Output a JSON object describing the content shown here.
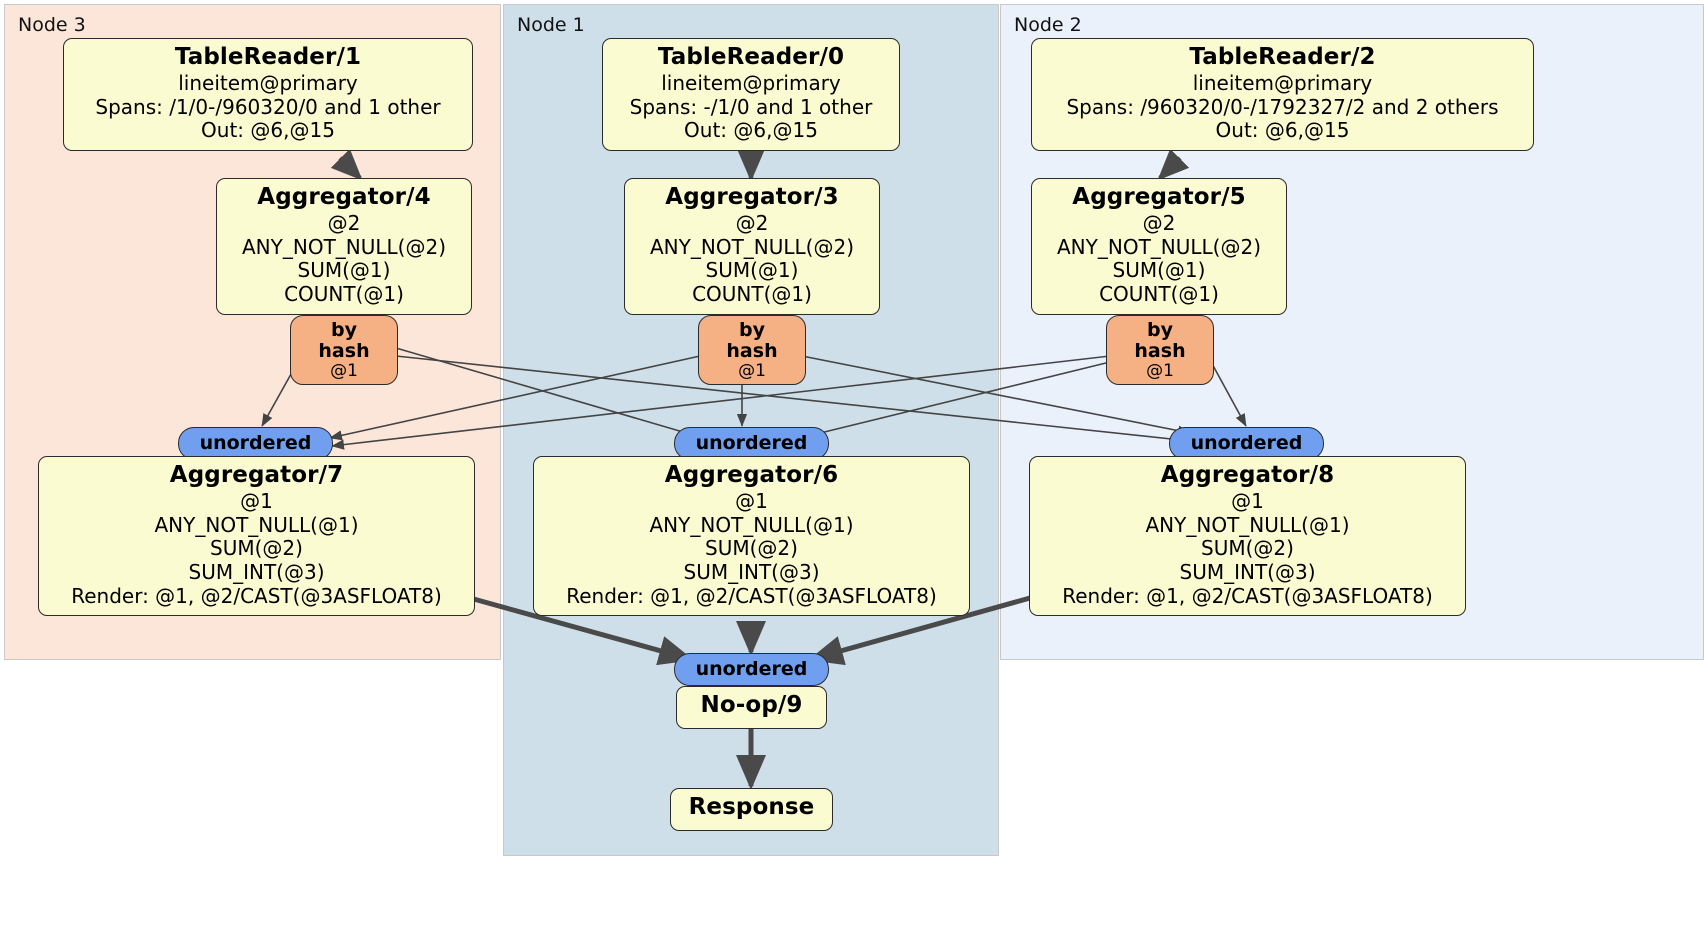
{
  "diagram": {
    "type": "distributed-query-plan",
    "colors": {
      "box_fill": "#FBFBD2",
      "box_border": "#2b2b2b",
      "hash_pill": "#F5B183",
      "unordered_pill": "#6F9FEE",
      "node3_bg": "#FCE6D9",
      "node1_bg": "#CFDFE9",
      "node2_bg": "#EBF1FB",
      "edge": "#444444"
    }
  },
  "nodes": [
    {
      "id": "node3",
      "label": "Node 3"
    },
    {
      "id": "node1",
      "label": "Node 1"
    },
    {
      "id": "node2",
      "label": "Node 2"
    }
  ],
  "processors": {
    "table_reader_1": {
      "title": "TableReader/1",
      "lines": [
        "lineitem@primary",
        "Spans: /1/0-/960320/0 and 1 other",
        "Out: @6,@15"
      ]
    },
    "table_reader_0": {
      "title": "TableReader/0",
      "lines": [
        "lineitem@primary",
        "Spans: -/1/0 and 1 other",
        "Out: @6,@15"
      ]
    },
    "table_reader_2": {
      "title": "TableReader/2",
      "lines": [
        "lineitem@primary",
        "Spans: /960320/0-/1792327/2 and 2 others",
        "Out: @6,@15"
      ]
    },
    "aggregator_4": {
      "title": "Aggregator/4",
      "lines": [
        "@2",
        "ANY_NOT_NULL(@2)",
        "SUM(@1)",
        "COUNT(@1)"
      ]
    },
    "aggregator_3": {
      "title": "Aggregator/3",
      "lines": [
        "@2",
        "ANY_NOT_NULL(@2)",
        "SUM(@1)",
        "COUNT(@1)"
      ]
    },
    "aggregator_5": {
      "title": "Aggregator/5",
      "lines": [
        "@2",
        "ANY_NOT_NULL(@2)",
        "SUM(@1)",
        "COUNT(@1)"
      ]
    },
    "aggregator_7": {
      "title": "Aggregator/7",
      "lines": [
        "@1",
        "ANY_NOT_NULL(@1)",
        "SUM(@2)",
        "SUM_INT(@3)",
        "Render: @1, @2/CAST(@3ASFLOAT8)"
      ]
    },
    "aggregator_6": {
      "title": "Aggregator/6",
      "lines": [
        "@1",
        "ANY_NOT_NULL(@1)",
        "SUM(@2)",
        "SUM_INT(@3)",
        "Render: @1, @2/CAST(@3ASFLOAT8)"
      ]
    },
    "aggregator_8": {
      "title": "Aggregator/8",
      "lines": [
        "@1",
        "ANY_NOT_NULL(@1)",
        "SUM(@2)",
        "SUM_INT(@3)",
        "Render: @1, @2/CAST(@3ASFLOAT8)"
      ]
    },
    "noop_9": {
      "title": "No-op/9",
      "lines": []
    },
    "response": {
      "title": "Response",
      "lines": []
    }
  },
  "routers": {
    "hash_left": {
      "title": "by hash",
      "sub": "@1"
    },
    "hash_center": {
      "title": "by hash",
      "sub": "@1"
    },
    "hash_right": {
      "title": "by hash",
      "sub": "@1"
    }
  },
  "synchronizers": {
    "unordered_left": {
      "label": "unordered"
    },
    "unordered_center": {
      "label": "unordered"
    },
    "unordered_right": {
      "label": "unordered"
    },
    "unordered_final": {
      "label": "unordered"
    }
  }
}
